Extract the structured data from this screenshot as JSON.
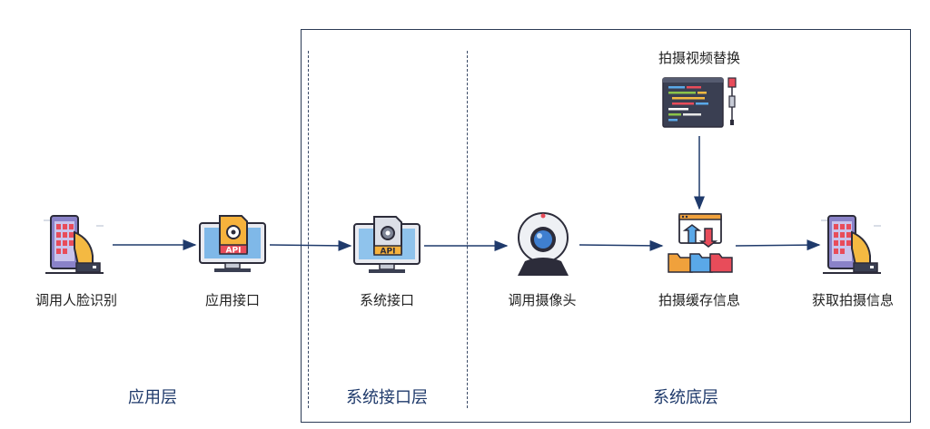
{
  "nodes": {
    "face_recognition": "调用人脸识别",
    "app_interface": "应用接口",
    "system_interface": "系统接口",
    "call_camera": "调用摄像头",
    "capture_cache": "拍摄缓存信息",
    "get_capture_info": "获取拍摄信息",
    "video_replace": "拍摄视频替换"
  },
  "layers": {
    "app": "应用层",
    "system_interface": "系统接口层",
    "system_base": "系统底层"
  },
  "badges": {
    "api_1": "API",
    "api_2": "API"
  },
  "colors": {
    "arrow": "#1f3a6b",
    "frame": "#2b3a55",
    "layer_text": "#1f3a6b"
  }
}
